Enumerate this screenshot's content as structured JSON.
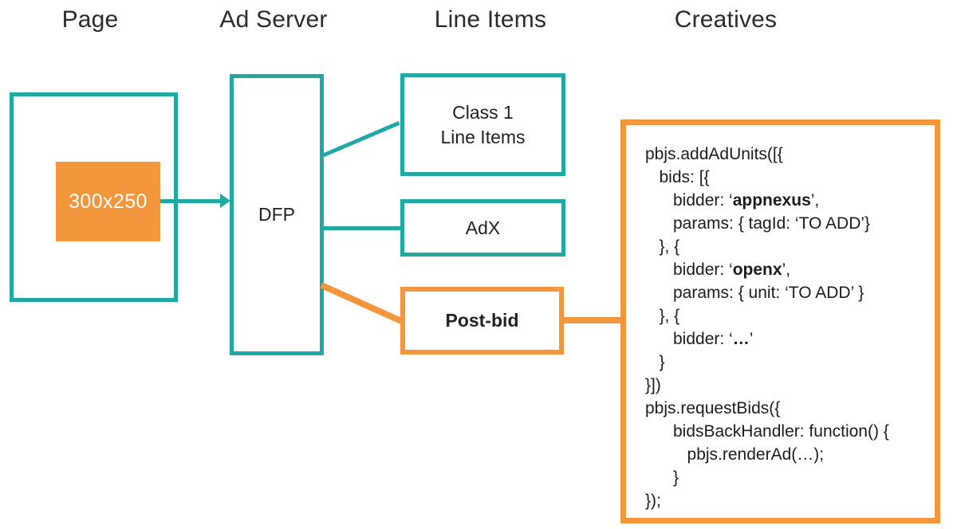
{
  "colors": {
    "teal": "#20a8a6",
    "orange": "#f4963c",
    "text": "#222222",
    "creative_text": "#ffffff",
    "background": "#ffffff"
  },
  "headers": [
    {
      "label": "Page"
    },
    {
      "label": "Ad Server"
    },
    {
      "label": "Line Items"
    },
    {
      "label": "Creatives"
    }
  ],
  "page": {
    "container_name": "page-box",
    "creative": {
      "label": "300x250"
    }
  },
  "ad_server": {
    "label": "DFP"
  },
  "line_items": [
    {
      "id": "class1",
      "label": "Class 1\nLine Items",
      "style": "teal",
      "bold": false
    },
    {
      "id": "adx",
      "label": "AdX",
      "style": "teal",
      "bold": false
    },
    {
      "id": "postbid",
      "label": "Post-bid",
      "style": "orange",
      "bold": true
    }
  ],
  "code_panel": {
    "lines": [
      {
        "indent": 0,
        "text": "pbjs.addAdUnits([{"
      },
      {
        "indent": 1,
        "text": "bids: [{"
      },
      {
        "indent": 2,
        "pre": "bidder: ‘",
        "bold": "appnexus",
        "post": "’,"
      },
      {
        "indent": 2,
        "text": "params: { tagId: ‘TO ADD’}"
      },
      {
        "indent": 1,
        "text": "}, {"
      },
      {
        "indent": 2,
        "pre": "bidder: ‘",
        "bold": "openx",
        "post": "’,"
      },
      {
        "indent": 2,
        "text": "params: { unit: ‘TO ADD’ }"
      },
      {
        "indent": 1,
        "text": "}, {"
      },
      {
        "indent": 2,
        "pre": "bidder: ‘",
        "bold": "…",
        "post": "’"
      },
      {
        "indent": 1,
        "text": "}"
      },
      {
        "indent": 0,
        "text": "}])"
      },
      {
        "indent": 0,
        "text": "pbjs.requestBids({"
      },
      {
        "indent": 2,
        "text": "bidsBackHandler: function() {"
      },
      {
        "indent": 3,
        "text": "pbjs.renderAd(…);"
      },
      {
        "indent": 2,
        "text": "}"
      },
      {
        "indent": 0,
        "text": "});"
      }
    ]
  },
  "connectors": [
    {
      "name": "creative-to-dfp-arrow",
      "kind": "arrow",
      "color": "teal"
    },
    {
      "name": "dfp-to-class1-line",
      "kind": "diagonal",
      "color": "teal"
    },
    {
      "name": "dfp-to-adx-line",
      "kind": "horizontal",
      "color": "teal"
    },
    {
      "name": "dfp-to-postbid-line",
      "kind": "diagonal",
      "color": "orange"
    },
    {
      "name": "postbid-to-code-line",
      "kind": "horizontal",
      "color": "orange"
    }
  ]
}
